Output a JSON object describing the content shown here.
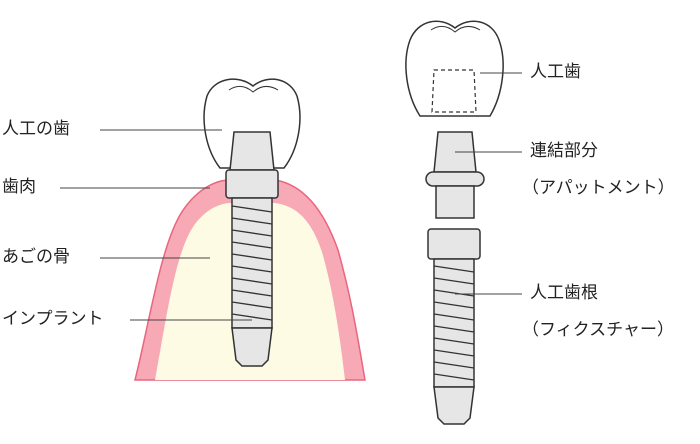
{
  "diagram": {
    "left_labels": {
      "crown": "人工の歯",
      "gum": "歯肉",
      "jawbone": "あごの骨",
      "implant": "インプラント"
    },
    "right_labels": {
      "crown": "人工歯",
      "abutment": "連結部分",
      "abutment_note": "（アパットメント）",
      "fixture": "人工歯根",
      "fixture_note": "（フィクスチャー）"
    },
    "colors": {
      "gum_fill": "#f7a9b6",
      "gum_edge": "#e8667e",
      "bone_fill": "#fdfbe3",
      "metal_fill": "#e6e6e6",
      "outline": "#333333",
      "leader": "#444444"
    }
  }
}
